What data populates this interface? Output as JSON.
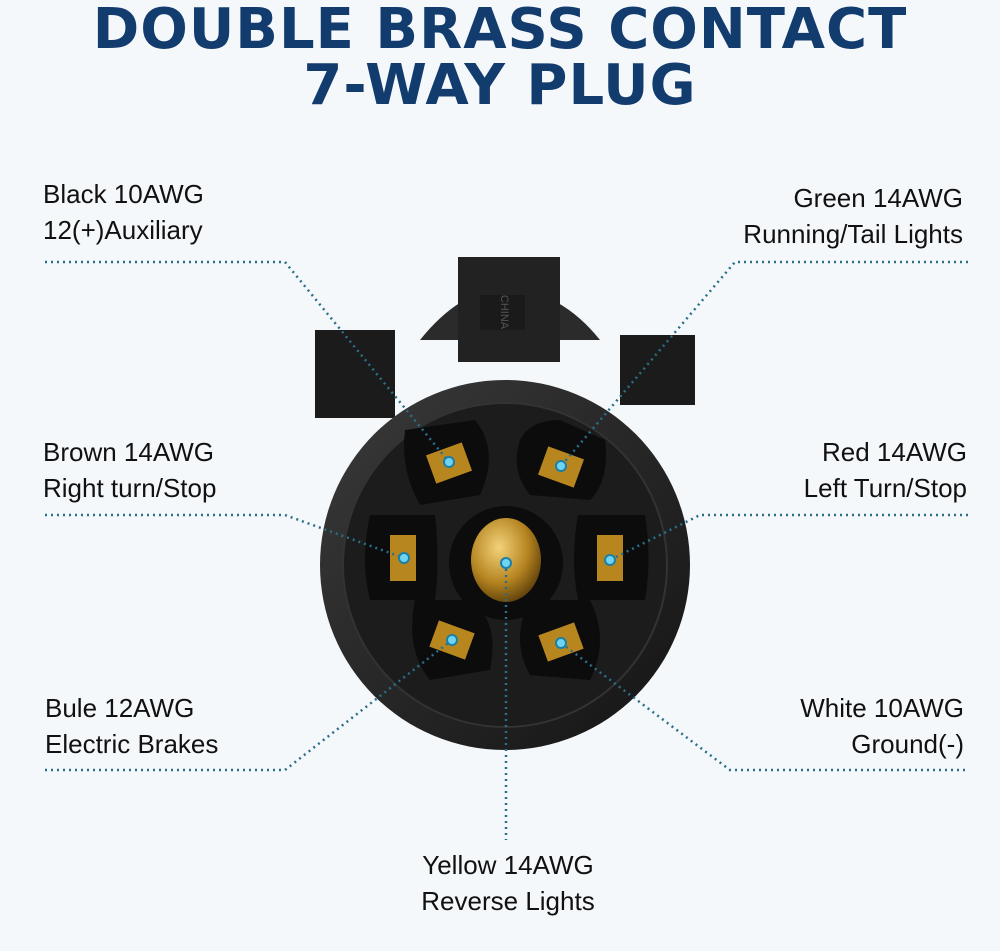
{
  "title": {
    "line1": "DOUBLE BRASS CONTACT",
    "line2": "7-WAY PLUG"
  },
  "product_marking": "CHINA",
  "pins": [
    {
      "wire": "Black 10AWG",
      "function": "12(+)Auxiliary"
    },
    {
      "wire": "Green 14AWG",
      "function": "Running/Tail Lights"
    },
    {
      "wire": "Brown 14AWG",
      "function": "Right turn/Stop"
    },
    {
      "wire": "Red 14AWG",
      "function": "Left Turn/Stop"
    },
    {
      "wire": "Bule 12AWG",
      "function": "Electric Brakes"
    },
    {
      "wire": "White 10AWG",
      "function": "Ground(-)"
    },
    {
      "wire": "Yellow 14AWG",
      "function": "Reverse Lights"
    }
  ],
  "colors": {
    "title": "#123b6e",
    "leader": "#2a6f8a",
    "brass": "#c9971f"
  }
}
